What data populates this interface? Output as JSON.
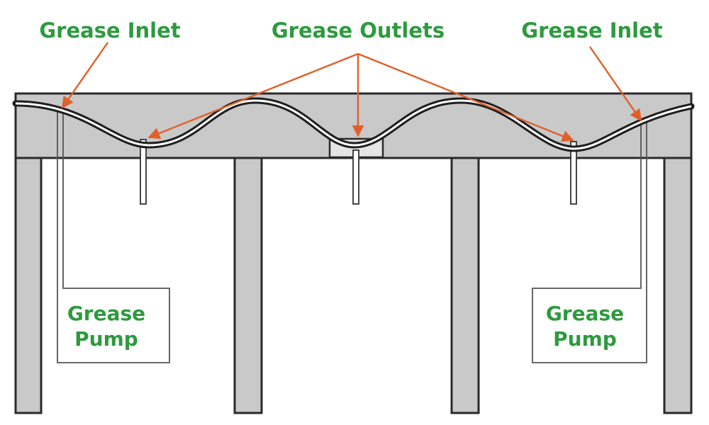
{
  "labels": {
    "inlet_left": "Grease Inlet",
    "outlets": "Grease Outlets",
    "inlet_right": "Grease Inlet",
    "pump_left_line1": "Grease",
    "pump_left_line2": "Pump",
    "pump_right_line1": "Grease",
    "pump_right_line2": "Pump"
  },
  "colors": {
    "label_green": "#2e9a3f",
    "arrow_orange": "#e0602a",
    "structure_gray": "#c9c9c9",
    "outline": "#2a2a2a",
    "pipe_dark": "#1e1e1e"
  }
}
